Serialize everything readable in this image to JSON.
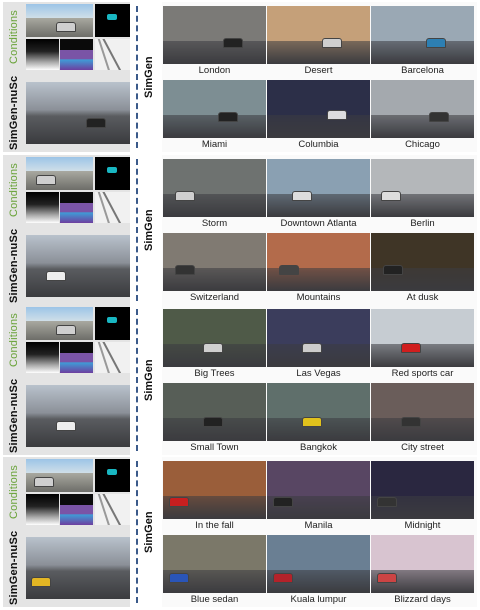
{
  "labels": {
    "conditions": "Conditions",
    "nusc": "SimGen-nuSc",
    "simgen": "SimGen"
  },
  "sections": [
    {
      "captions": [
        "London",
        "Desert",
        "Barcelona",
        "Miami",
        "Columbia",
        "Chicago"
      ],
      "colors": [
        "#7b7a77",
        "#c5a079",
        "#9aa8b4",
        "#7d8e93",
        "#2c2f48",
        "#a4a9ae"
      ]
    },
    {
      "captions": [
        "Storm",
        "Downtown Atlanta",
        "Berlin",
        "Switzerland",
        "Mountains",
        "At dusk"
      ],
      "colors": [
        "#6e7270",
        "#8aa0b2",
        "#b4b7ba",
        "#807a72",
        "#b36b4b",
        "#3f3526"
      ]
    },
    {
      "captions": [
        "Big Trees",
        "Las Vegas",
        "Red sports car",
        "Small Town",
        "Bangkok",
        "City street"
      ],
      "colors": [
        "#4f5a48",
        "#3b3d5c",
        "#c6ccd2",
        "#575e57",
        "#5f6f6b",
        "#6a5d5a"
      ]
    },
    {
      "captions": [
        "In the fall",
        "Manila",
        "Midnight",
        "Blue sedan",
        "Kuala lumpur",
        "Blizzard days"
      ],
      "colors": [
        "#9a5e3a",
        "#584663",
        "#2a2740",
        "#7b7869",
        "#6a7f93",
        "#d8c4d0"
      ]
    }
  ]
}
